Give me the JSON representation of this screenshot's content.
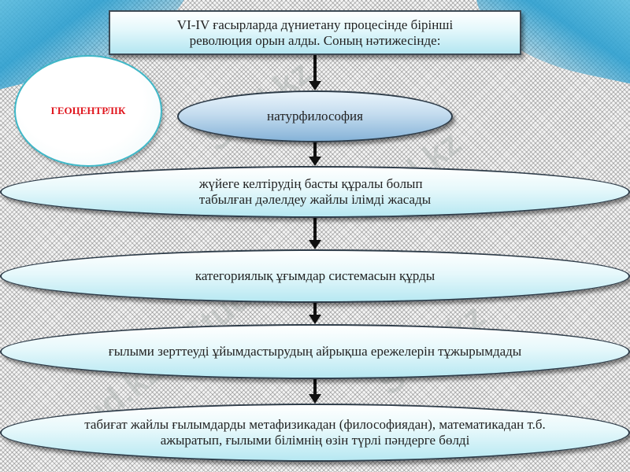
{
  "top_box": {
    "line1": "VI-IV ғасырларда дүниетану процесінде бірінші",
    "line2": "революция орын алды. Соның нәтижесінде:"
  },
  "geocentrism_label": "ГЕОЦЕНТРЛІК",
  "natural_philosophy": "натурфилософия",
  "step1": {
    "line1": "жүйеге келтірудің басты құралы болып",
    "line2": "табылған дәлелдеу жайлы ілімді жасады"
  },
  "step2": "категориялық ұғымдар системасын құрды",
  "step3": "ғылыми зерттеуді ұйымдастырудың айрықша ережелерін тұжырымдады",
  "step4": {
    "line1": "табиғат жайлы ғылымдарды метафизикадан (философиядан), математикадан т.б.",
    "line2": "ажыратып, ғылыми білімнің өзін түрлі пәндерге бөлді"
  },
  "watermark_text": "Stud.kz",
  "colors": {
    "accent_blue": "#2a9fd0",
    "label_red": "#e0141c",
    "box_border": "#3d4a55",
    "geo_border": "#3fb7c7"
  }
}
